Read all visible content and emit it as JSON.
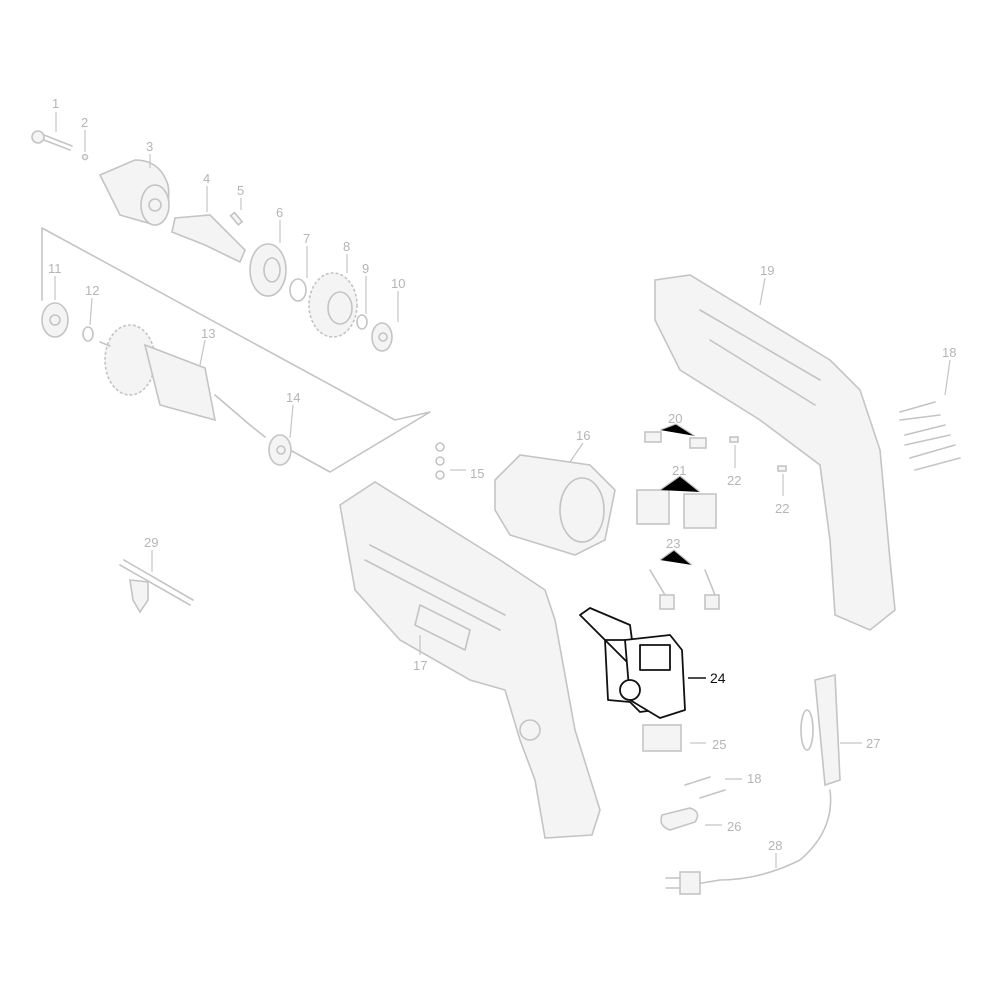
{
  "title": "Exploded parts diagram of a power drill",
  "highlighted_part": "24",
  "colors": {
    "parts": "#c4c4c4",
    "highlight": "#111111",
    "background": "#ffffff"
  },
  "labels": {
    "p1": "1",
    "p2": "2",
    "p3": "3",
    "p4": "4",
    "p5": "5",
    "p6": "6",
    "p7": "7",
    "p8": "8",
    "p9": "9",
    "p10": "10",
    "p11": "11",
    "p12": "12",
    "p13": "13",
    "p14": "14",
    "p15": "15",
    "p16": "16",
    "p17": "17",
    "p18a": "18",
    "p18b": "18",
    "p19": "19",
    "p20": "20",
    "p21": "21",
    "p22a": "22",
    "p22b": "22",
    "p23": "23",
    "p24": "24",
    "p25": "25",
    "p26": "26",
    "p27": "27",
    "p28": "28",
    "p29": "29"
  }
}
